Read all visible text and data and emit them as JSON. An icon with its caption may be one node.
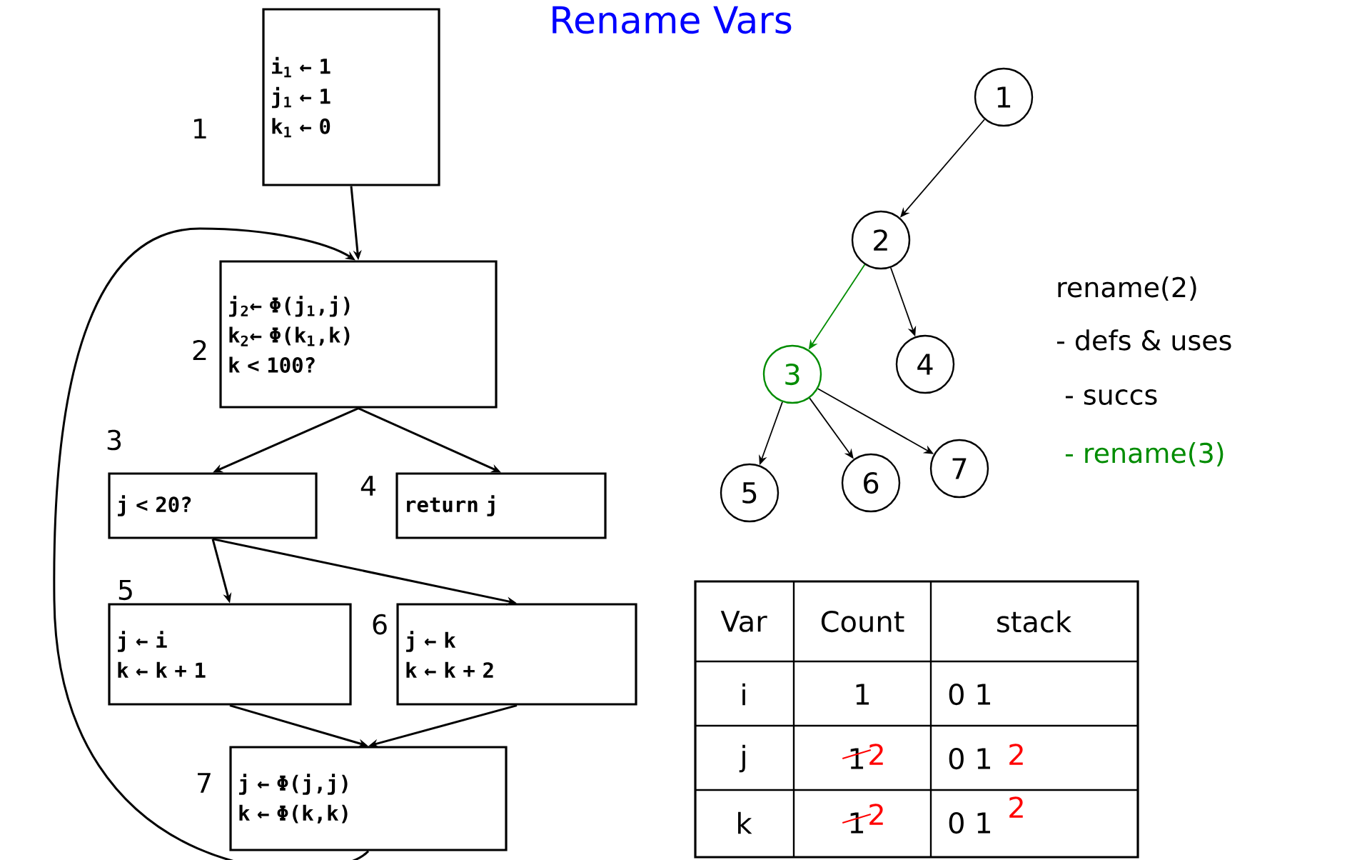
{
  "diagram": {
    "title": "Rename Vars",
    "nodes": [
      {
        "text": [
          "i$_{1}$ ← 1",
          "j$_{1}$ ← 1",
          "k$_{1}$ ← 0"
        ],
        "beside": [
          "1"
        ]
      },
      {
        "text": [
          "j$_{2}$← Φ(j$_{1}$,j)",
          "k$_{2}$← Φ(k$_{1}$,k)",
          "k < 100?"
        ],
        "beside": [
          "2"
        ]
      },
      {
        "text": [
          "j < 20?"
        ],
        "beside": [
          "3"
        ]
      },
      {
        "text": [
          "return j"
        ],
        "beside": [
          "4"
        ]
      },
      {
        "text": [
          "j ← i",
          "k ← k + 1"
        ],
        "beside": [
          "5"
        ]
      },
      {
        "text": [
          "j ← k",
          "k ← k + 2"
        ],
        "beside": [
          "6"
        ]
      },
      {
        "text": [
          "j ← Φ(j,j)",
          "k ← Φ(k,k)"
        ],
        "beside": [
          "7"
        ]
      },
      {
        "text": [
          "1"
        ]
      },
      {
        "text": [
          "2"
        ]
      },
      {
        "text": [
          "3"
        ]
      },
      {
        "text": [
          "4"
        ]
      },
      {
        "text": [
          "5"
        ]
      },
      {
        "text": [
          "6"
        ]
      },
      {
        "text": [
          "7"
        ]
      }
    ],
    "edges": [
      {
        "from": 0,
        "to": 1,
        "arrow": "to"
      },
      {
        "from": 1,
        "to": 2,
        "arrow": "to"
      },
      {
        "from": 1,
        "to": 3,
        "arrow": "to"
      },
      {
        "from": 2,
        "to": 4,
        "arrow": "to"
      },
      {
        "from": 2,
        "to": 5,
        "arrow": "to"
      },
      {
        "from": 4,
        "to": 6,
        "arrow": "to"
      },
      {
        "from": 5,
        "to": 6,
        "arrow": "to"
      },
      {
        "from": 6,
        "to": 1,
        "arrow": "to"
      },
      {
        "from": 7,
        "to": 8,
        "arrow": "to"
      },
      {
        "from": 8,
        "to": 9,
        "arrow": "to",
        "color": "#008c00"
      },
      {
        "from": 8,
        "to": 10,
        "arrow": "to"
      },
      {
        "from": 9,
        "to": 11,
        "arrow": "to"
      },
      {
        "from": 9,
        "to": 12,
        "arrow": "to"
      },
      {
        "from": 9,
        "to": 13,
        "arrow": "to"
      }
    ],
    "labels": [
      "rename(2)",
      "- defs & uses",
      "- succs",
      "- rename(3)",
      "Var",
      "Count",
      "stack",
      "i",
      "1",
      "0 1",
      "j",
      "1",
      "2",
      "0 1",
      "2",
      "k",
      "1",
      "2",
      "0 1",
      "2"
    ]
  }
}
